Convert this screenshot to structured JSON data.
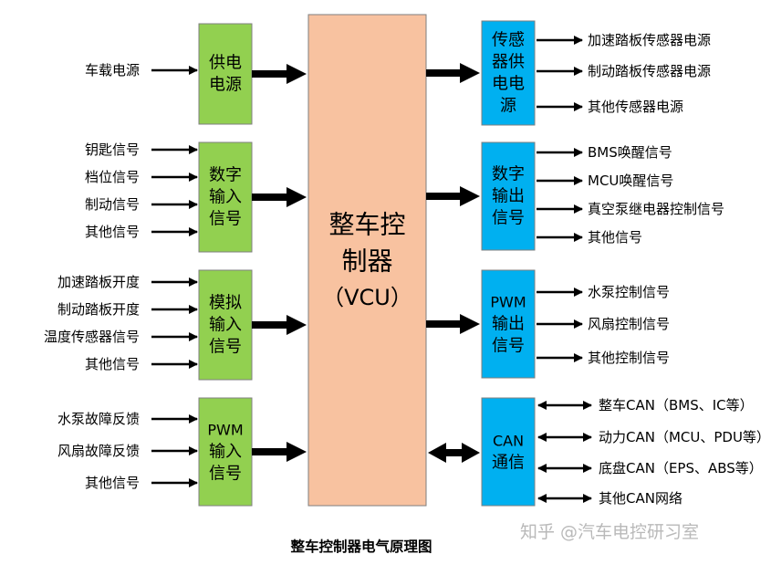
{
  "title": "整车控制器电气原理图",
  "watermark": "知乎 @汽车电控研习室",
  "center": {
    "lines": [
      "整车控",
      "制器",
      "（VCU）"
    ]
  },
  "colors": {
    "green": "#92d050",
    "blue": "#00b0f0",
    "orange": "#f8c2a0",
    "stroke": "#7f7f7f"
  },
  "left_groups": [
    {
      "lines": [
        "供电",
        "电源"
      ],
      "inputs": [
        "车载电源"
      ]
    },
    {
      "lines": [
        "数字",
        "输入",
        "信号"
      ],
      "inputs": [
        "钥匙信号",
        "档位信号",
        "制动信号",
        "其他信号"
      ]
    },
    {
      "lines": [
        "模拟",
        "输入",
        "信号"
      ],
      "inputs": [
        "加速踏板开度",
        "制动踏板开度",
        "温度传感器信号",
        "其他信号"
      ]
    },
    {
      "lines": [
        "PWM",
        "输入",
        "信号"
      ],
      "inputs": [
        "水泵故障反馈",
        "风扇故障反馈",
        "其他信号"
      ]
    }
  ],
  "right_groups": [
    {
      "lines": [
        "传感",
        "器供",
        "电电",
        "源"
      ],
      "outputs": [
        "加速踏板传感器电源",
        "制动踏板传感器电源",
        "其他传感器电源"
      ]
    },
    {
      "lines": [
        "数字",
        "输出",
        "信号"
      ],
      "outputs": [
        "BMS唤醒信号",
        "MCU唤醒信号",
        "真空泵继电器控制信号",
        "其他信号"
      ]
    },
    {
      "lines": [
        "PWM",
        "输出",
        "信号"
      ],
      "outputs": [
        "水泵控制信号",
        "风扇控制信号",
        "其他控制信号"
      ]
    },
    {
      "lines": [
        "CAN",
        "通信"
      ],
      "outputs": [
        "整车CAN（BMS、IC等）",
        "动力CAN（MCU、PDU等）",
        "底盘CAN（EPS、ABS等）",
        "其他CAN网络"
      ]
    }
  ]
}
